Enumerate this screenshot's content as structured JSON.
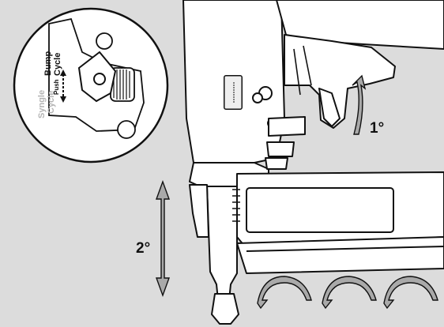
{
  "colors": {
    "background": "#dcdcdc",
    "line": "#111111",
    "arrow_fill": "#a9a9a9",
    "inactive_text": "#b4b4b4"
  },
  "switch_labels": {
    "bump_1": "Bump",
    "bump_2": "Cycle",
    "single_1": "Syngle",
    "single_2": "Cycle",
    "push": "Push"
  },
  "step_labels": {
    "step1": "1°",
    "step2": "2°"
  }
}
